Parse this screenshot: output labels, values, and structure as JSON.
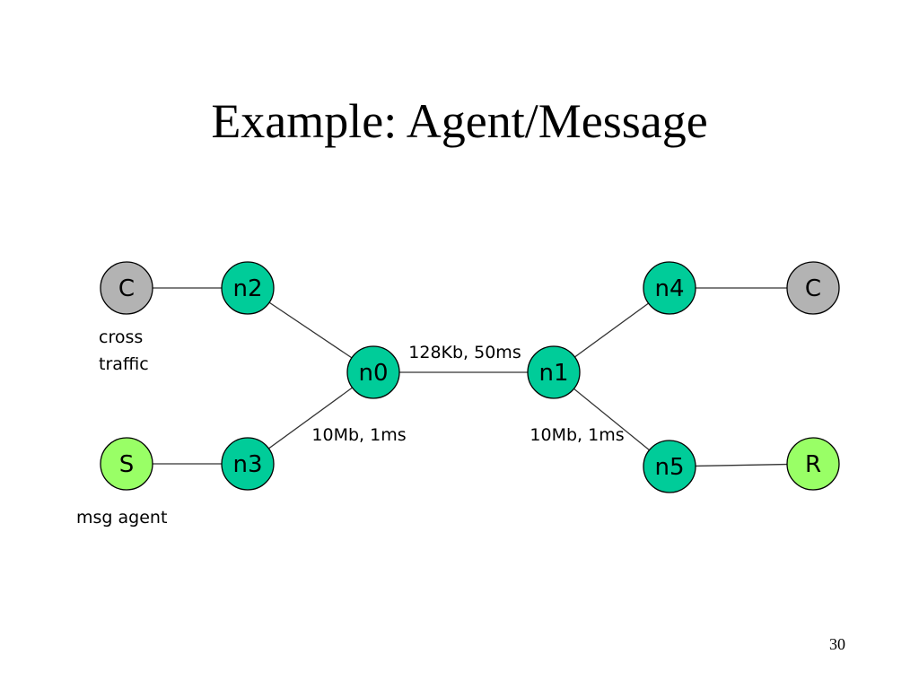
{
  "slide": {
    "title": "Example: Agent/Message",
    "page_number": "30"
  },
  "colors": {
    "router": "#00cc99",
    "cross_traffic_node": "#b3b3b3",
    "agent_node": "#99ff66",
    "edge": "#333333",
    "outline": "#000000"
  },
  "diagram": {
    "nodes": [
      {
        "id": "c_left",
        "label": "C",
        "kind": "cross_traffic_node"
      },
      {
        "id": "n2",
        "label": "n2",
        "kind": "router"
      },
      {
        "id": "n4",
        "label": "n4",
        "kind": "router"
      },
      {
        "id": "c_right",
        "label": "C",
        "kind": "cross_traffic_node"
      },
      {
        "id": "n0",
        "label": "n0",
        "kind": "router"
      },
      {
        "id": "n1",
        "label": "n1",
        "kind": "router"
      },
      {
        "id": "s",
        "label": "S",
        "kind": "agent_node"
      },
      {
        "id": "n3",
        "label": "n3",
        "kind": "router"
      },
      {
        "id": "n5",
        "label": "n5",
        "kind": "router"
      },
      {
        "id": "r",
        "label": "R",
        "kind": "agent_node"
      }
    ],
    "edges": [
      {
        "from": "c_left",
        "to": "n2"
      },
      {
        "from": "n2",
        "to": "n0"
      },
      {
        "from": "s",
        "to": "n3"
      },
      {
        "from": "n3",
        "to": "n0"
      },
      {
        "from": "n0",
        "to": "n1"
      },
      {
        "from": "n1",
        "to": "n4"
      },
      {
        "from": "n1",
        "to": "n5"
      },
      {
        "from": "n4",
        "to": "c_right"
      },
      {
        "from": "n5",
        "to": "r"
      }
    ],
    "edge_labels": {
      "bottleneck": "128Kb, 50ms",
      "left_access": "10Mb, 1ms",
      "right_access": "10Mb, 1ms"
    },
    "annotations": {
      "cross_traffic_line1": "cross",
      "cross_traffic_line2": "traffic",
      "msg_agent": "msg agent"
    }
  }
}
